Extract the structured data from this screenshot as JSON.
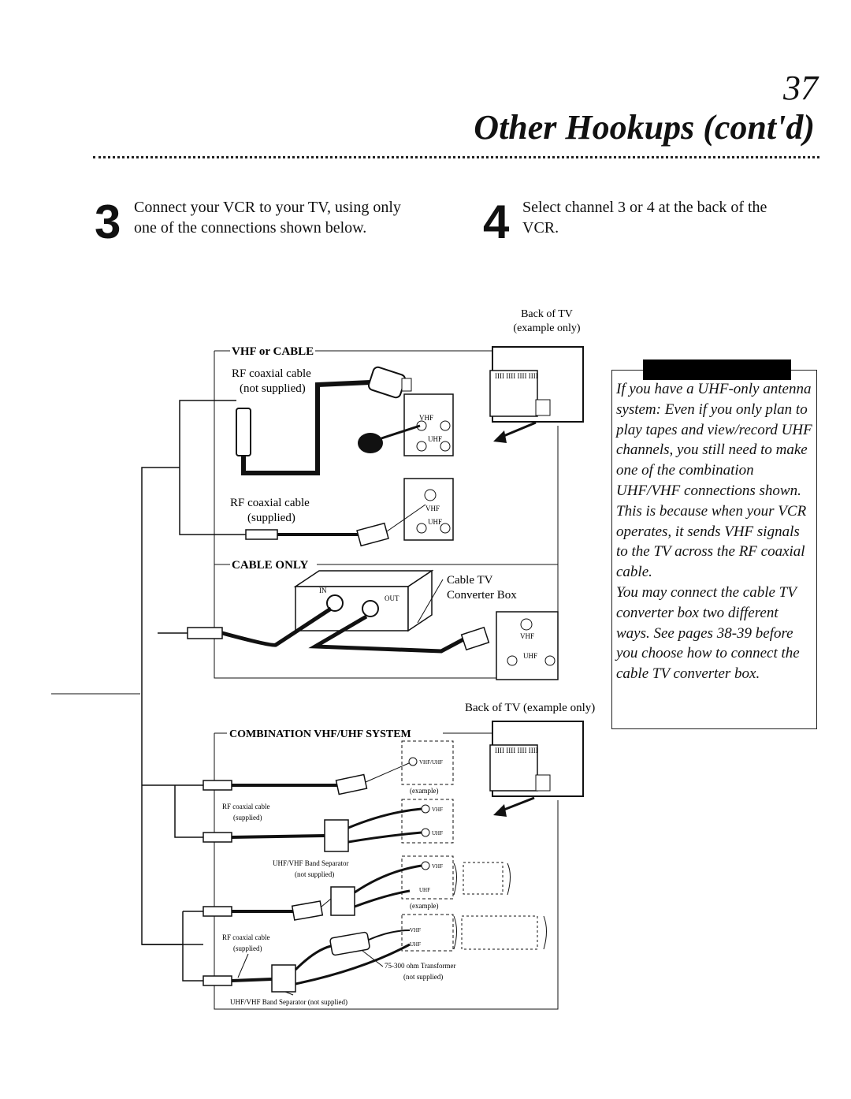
{
  "header": {
    "page_number": "37",
    "title": "Other Hookups (cont'd)"
  },
  "steps": [
    {
      "number": "3",
      "text": "Connect your VCR to your TV, using only one of the connections shown below."
    },
    {
      "number": "4",
      "text": "Select channel 3 or 4 at the back of the VCR."
    }
  ],
  "diagram": {
    "back_of_tv_top": [
      "Back of TV",
      "(example only)"
    ],
    "back_of_tv_mid": "Back of TV (example only)",
    "section_vhf": "VHF or CABLE",
    "section_cable": "CABLE ONLY",
    "section_combo": "COMBINATION VHF/UHF SYSTEM",
    "rf_not_supplied": [
      "RF coaxial cable",
      "(not supplied)"
    ],
    "rf_supplied": [
      "RF coaxial cable",
      "(supplied)"
    ],
    "cable_box": [
      "Cable TV",
      "Converter Box"
    ],
    "box_in": "IN",
    "box_out": "OUT",
    "vhf": "VHF",
    "uhf": "UHF",
    "vhf_uhf": "VHF/UHF",
    "example": "(example)",
    "rf_supplied_small_1": [
      "RF coaxial cable",
      "(supplied)"
    ],
    "band_sep_1": [
      "UHF/VHF Band Separator",
      "(not supplied)"
    ],
    "rf_supplied_small_2": [
      "RF coaxial cable",
      "(supplied)"
    ],
    "transformer": [
      "75-300 ohm Transformer",
      "(not supplied)"
    ],
    "band_sep_2": "UHF/VHF Band Separator (not supplied)"
  },
  "note": {
    "paragraphs": [
      "If you have a UHF-only antenna system: Even if you only plan to play tapes and view/record UHF channels, you still need to make one of the combination UHF/VHF connections shown. This is because when your VCR operates, it sends VHF signals to the TV across the RF coaxial cable.",
      "You may connect the cable TV converter box two different ways. See pages 38-39 before you choose how to connect the cable TV converter box."
    ]
  }
}
